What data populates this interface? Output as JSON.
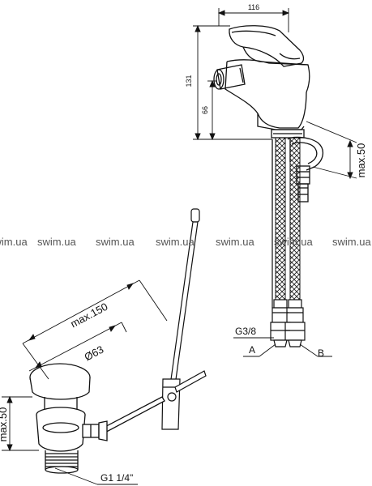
{
  "dimensions": {
    "width_116": "116",
    "height_131": "131",
    "height_66": "66",
    "max50_faucet": "max.50",
    "max150": "max.150",
    "dia63": "Ø63",
    "max50_drain": "max.50",
    "thread_g38": "G3/8",
    "thread_g114": "G1 1/4\""
  },
  "labels": {
    "hose_a": "A",
    "hose_b": "B"
  },
  "watermark": [
    "swim.ua",
    "swim.ua",
    "swim.ua",
    "swim.ua",
    "swim.ua",
    "swim.ua",
    "swim.ua"
  ]
}
